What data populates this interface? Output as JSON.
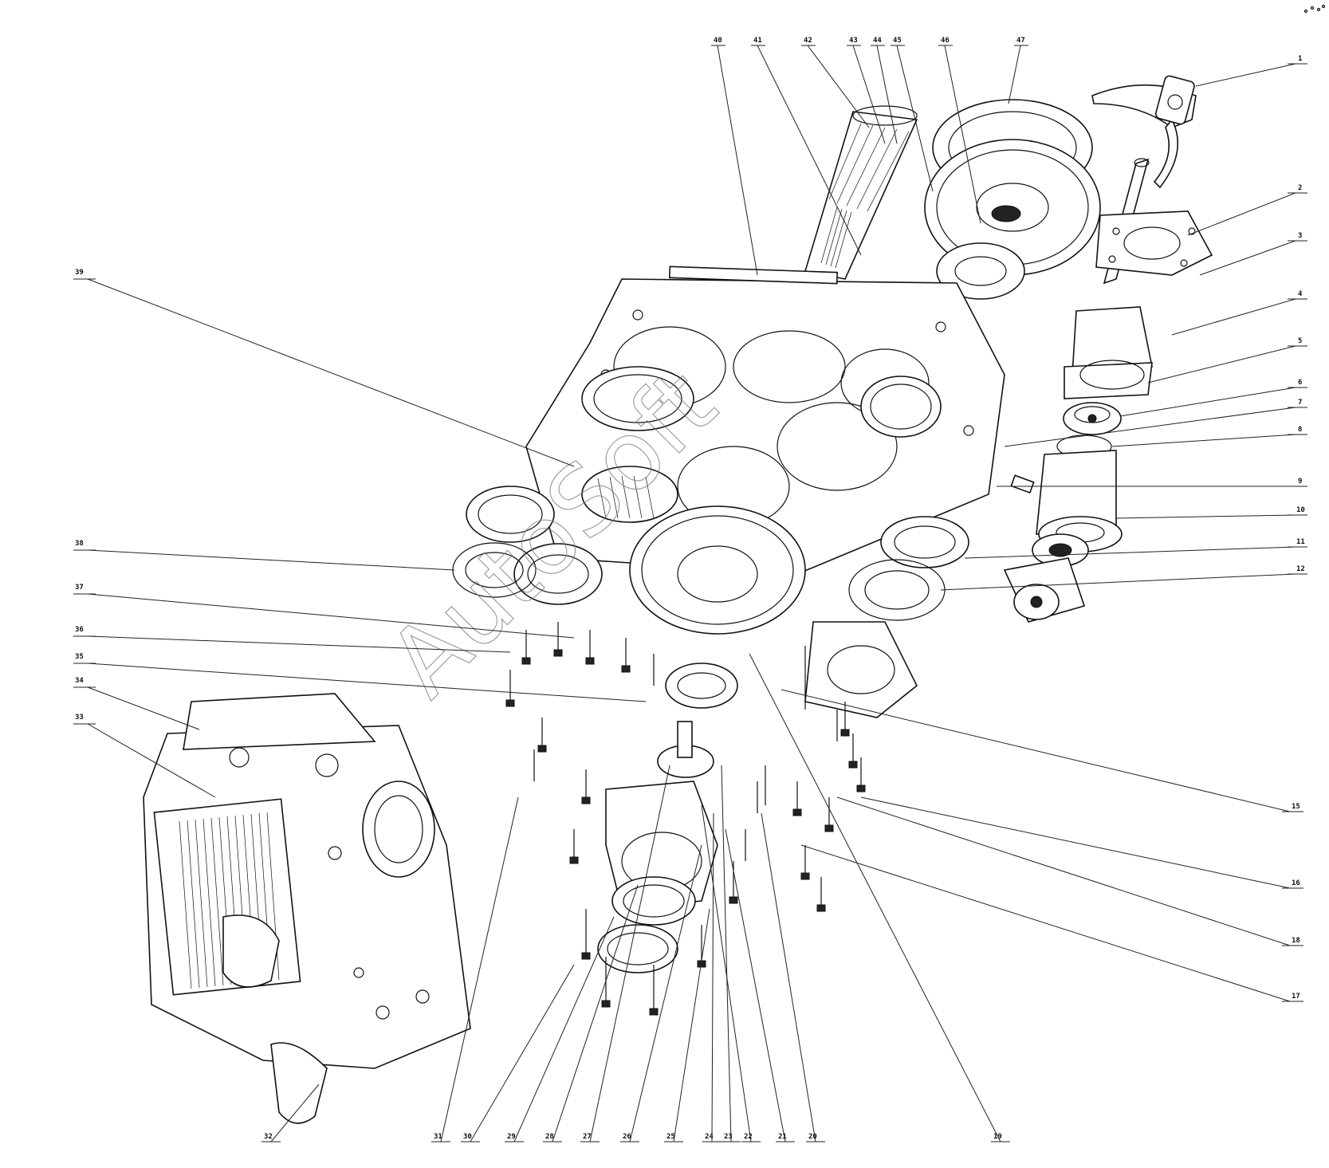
{
  "watermark": "AutoSoft",
  "callouts": [
    {
      "id": "1",
      "label": "1"
    },
    {
      "id": "2",
      "label": "2"
    },
    {
      "id": "3",
      "label": "3"
    },
    {
      "id": "4",
      "label": "4"
    },
    {
      "id": "5",
      "label": "5"
    },
    {
      "id": "6",
      "label": "6"
    },
    {
      "id": "7",
      "label": "7"
    },
    {
      "id": "8",
      "label": "8"
    },
    {
      "id": "9",
      "label": "9"
    },
    {
      "id": "10",
      "label": "10"
    },
    {
      "id": "11",
      "label": "11"
    },
    {
      "id": "12",
      "label": "12"
    },
    {
      "id": "15",
      "label": "15"
    },
    {
      "id": "16",
      "label": "16"
    },
    {
      "id": "18",
      "label": "18"
    },
    {
      "id": "17",
      "label": "17"
    },
    {
      "id": "19",
      "label": "19"
    },
    {
      "id": "20",
      "label": "20"
    },
    {
      "id": "21",
      "label": "21"
    },
    {
      "id": "22",
      "label": "22"
    },
    {
      "id": "23",
      "label": "23"
    },
    {
      "id": "24",
      "label": "24"
    },
    {
      "id": "25",
      "label": "25"
    },
    {
      "id": "26",
      "label": "26"
    },
    {
      "id": "27",
      "label": "27"
    },
    {
      "id": "28",
      "label": "28"
    },
    {
      "id": "29",
      "label": "29"
    },
    {
      "id": "30",
      "label": "30"
    },
    {
      "id": "31",
      "label": "31"
    },
    {
      "id": "32",
      "label": "32"
    },
    {
      "id": "33",
      "label": "33"
    },
    {
      "id": "34",
      "label": "34"
    },
    {
      "id": "35",
      "label": "35"
    },
    {
      "id": "36",
      "label": "36"
    },
    {
      "id": "37",
      "label": "37"
    },
    {
      "id": "38",
      "label": "38"
    },
    {
      "id": "39",
      "label": "39"
    },
    {
      "id": "40",
      "label": "40"
    },
    {
      "id": "41",
      "label": "41"
    },
    {
      "id": "42",
      "label": "42"
    },
    {
      "id": "43",
      "label": "43"
    },
    {
      "id": "44",
      "label": "44"
    },
    {
      "id": "45",
      "label": "45"
    },
    {
      "id": "46",
      "label": "46"
    },
    {
      "id": "47",
      "label": "47"
    }
  ]
}
